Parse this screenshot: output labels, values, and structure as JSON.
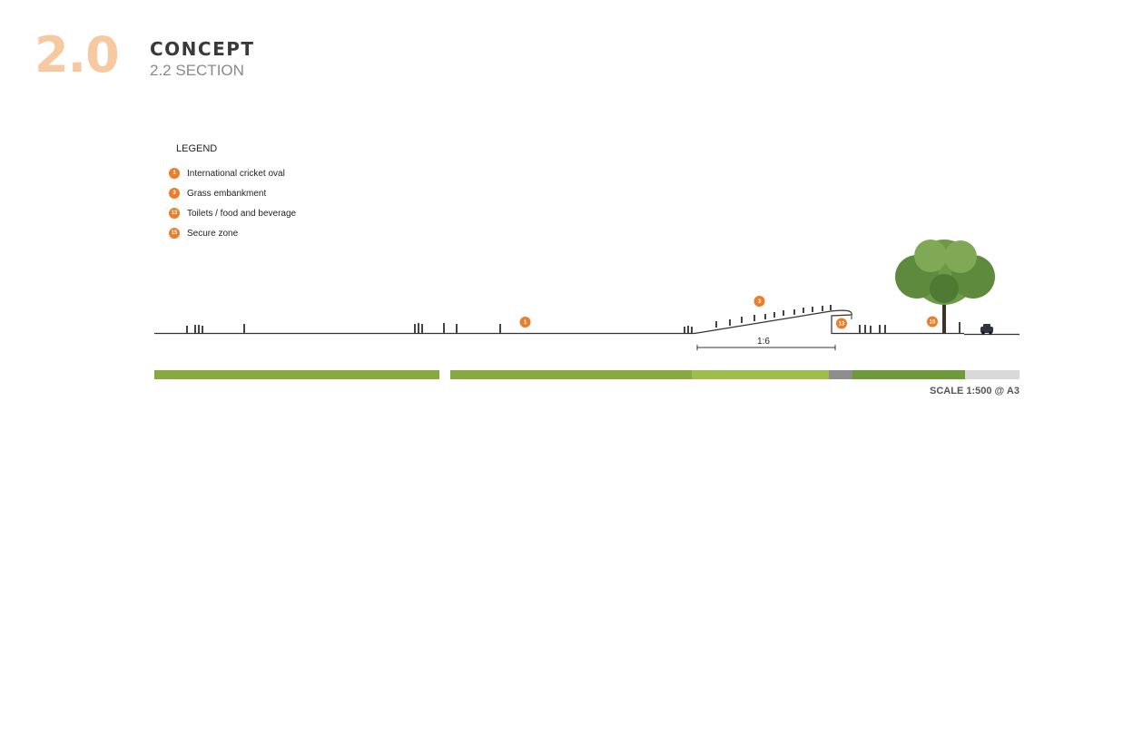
{
  "header": {
    "number": "2.0",
    "title": "CONCEPT",
    "subtitle": "2.2 SECTION"
  },
  "legend": {
    "heading": "LEGEND",
    "items": [
      {
        "num": "1",
        "label": "International cricket oval"
      },
      {
        "num": "3",
        "label": "Grass embankment"
      },
      {
        "num": "13",
        "label": "Toilets / food and beverage"
      },
      {
        "num": "15",
        "label": "Secure zone"
      }
    ]
  },
  "section": {
    "slope_label": "1:6",
    "markers": [
      "1",
      "3",
      "13",
      "15"
    ]
  },
  "scale_text": "SCALE 1:500 @ A3",
  "colors": {
    "accent": "#ec7d2a",
    "header_number": "#f7c9a0",
    "band_green": "#86aa40",
    "band_light_green": "#9dbf4a",
    "band_dark_green": "#6f9a3a",
    "band_grey": "#8d8d8d",
    "band_light_grey": "#d9d9d9"
  }
}
